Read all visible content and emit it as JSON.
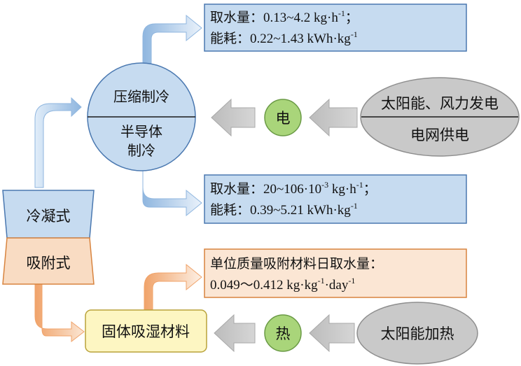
{
  "colors": {
    "blue_fill": "#c6dbf0",
    "blue_stroke": "#4a78b0",
    "blue_arrow_light": "#e1edf9",
    "blue_arrow_dark": "#7aa8d8",
    "orange_fill": "#f9dcc3",
    "orange_stroke": "#d8843f",
    "orange_arrow_light": "#fbe6d4",
    "orange_arrow_dark": "#f0a36a",
    "yellow_fill": "#fdf6c2",
    "yellow_stroke": "#b9a23a",
    "green_fill": "#a9d57a",
    "green_stroke": "#6a9a45",
    "gray_fill": "#c9c9c9",
    "gray_stroke": "#8e8e8e",
    "gray_arrow": "#bdbdbd"
  },
  "methods": {
    "condensation": "冷凝式",
    "adsorption": "吸附式"
  },
  "cooling": {
    "compression": "压缩制冷",
    "semiconductor_line1": "半导体",
    "semiconductor_line2": "制冷"
  },
  "solid_material": "固体吸湿材料",
  "energy": {
    "electricity": "电",
    "heat": "热"
  },
  "sources": {
    "renewable": "太阳能、风力发电",
    "grid": "电网供电",
    "solar_heat": "太阳能加热"
  },
  "info_compression": {
    "yield_label": "取水量：",
    "yield_value": "0.13~4.2 kg·h",
    "yield_exp": "-1",
    "yield_tail": "；",
    "energy_label": "能耗：",
    "energy_value": "0.22~1.43 kWh·kg",
    "energy_exp": "-1"
  },
  "info_semiconductor": {
    "yield_label": "取水量：",
    "yield_value_a": "20~106·10",
    "yield_exp_a": "-3",
    "yield_value_b": " kg·h",
    "yield_exp_b": "-1",
    "yield_tail": "；",
    "energy_label": "能耗：",
    "energy_value": "0.39~5.21 kWh·kg",
    "energy_exp": "-1"
  },
  "info_adsorption": {
    "line1": "单位质量吸附材料日取水量：",
    "value_a": "0.049～0.412 kg·kg",
    "exp_a": "-1",
    "value_b": "·day",
    "exp_b": "-1"
  }
}
